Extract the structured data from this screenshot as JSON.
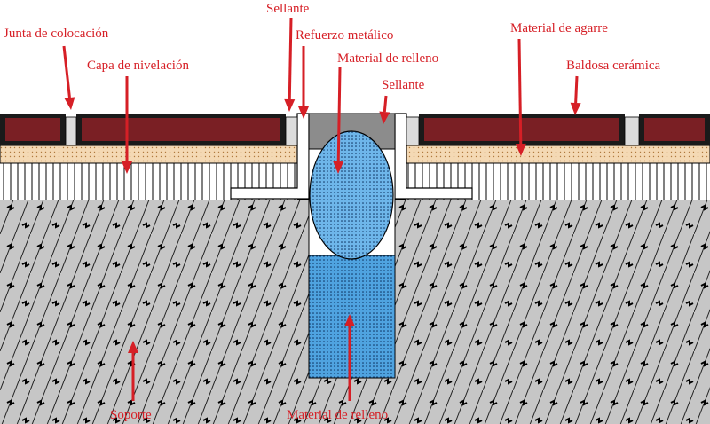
{
  "labels": {
    "junta": "Junta de colocación",
    "capa": "Capa de nivelación",
    "sellante_top": "Sellante",
    "refuerzo": "Refuerzo metálico",
    "relleno_top": "Material de relleno",
    "sellante_right": "Sellante",
    "agarre": "Material de agarre",
    "baldosa": "Baldosa cerámica",
    "soporte": "Soporte",
    "relleno_bottom": "Material de relleno"
  },
  "colors": {
    "label_red": "#d61f26",
    "tile": "#7a1f24",
    "tile_border": "#1a1a1a",
    "bedding": "#f4d9b4",
    "substrate": "#c6c6c6",
    "sealant": "#8c8c8c",
    "filler": "#4fa3e0",
    "filler_ellipse": "#6eb6ea"
  }
}
